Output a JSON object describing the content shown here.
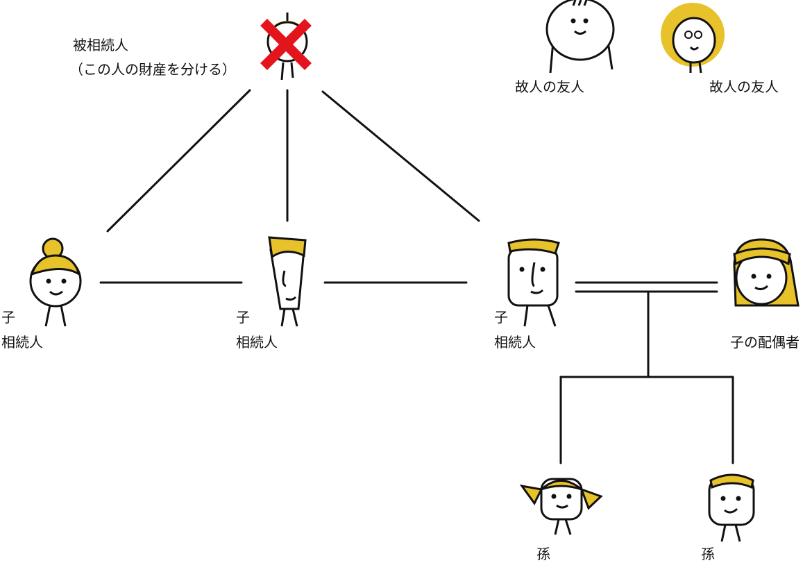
{
  "colors": {
    "line": "#111111",
    "hair": "#e8c22a",
    "cross": "#e3141b"
  },
  "labels": {
    "deceased_title": "被相続人",
    "deceased_note": "（この人の財産を分ける）",
    "friend1": "故人の友人",
    "friend2": "故人の友人",
    "child1_relation": "子",
    "child1_role": "相続人",
    "child2_relation": "子",
    "child2_role": "相続人",
    "child3_relation": "子",
    "child3_role": "相続人",
    "spouse": "子の配偶者",
    "grandchild1": "孫",
    "grandchild2": "孫"
  }
}
